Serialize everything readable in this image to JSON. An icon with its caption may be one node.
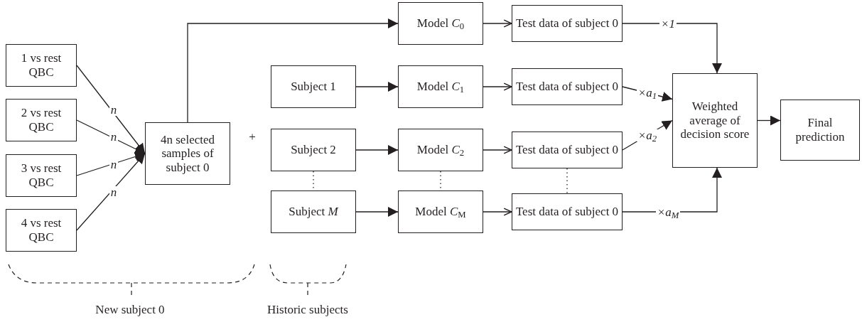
{
  "diagram": {
    "nodes": [
      {
        "text": [
          "1 vs rest QBC"
        ]
      },
      {
        "text": [
          "2 vs rest QBC"
        ]
      },
      {
        "text": [
          "3 vs rest QBC"
        ]
      },
      {
        "text": [
          "4 vs rest QBC"
        ]
      },
      {
        "text": [
          "4n selected samples of subject 0"
        ]
      },
      {
        "text": [
          "Model *C*$_{0}$"
        ]
      },
      {
        "text": [
          "Test data of subject 0"
        ]
      },
      {
        "text": [
          "Subject 1"
        ]
      },
      {
        "text": [
          "Model *C*$_{1}$"
        ]
      },
      {
        "text": [
          "Test data of subject 0"
        ]
      },
      {
        "text": [
          "Subject 2"
        ]
      },
      {
        "text": [
          "Model *C*$_{2}$"
        ]
      },
      {
        "text": [
          "Test data of subject 0"
        ]
      },
      {
        "text": [
          "Subject *M*"
        ]
      },
      {
        "text": [
          "Model *C*$_{M}$"
        ]
      },
      {
        "text": [
          "Test data of subject 0"
        ]
      },
      {
        "text": [
          "Weighted average of decision score"
        ]
      },
      {
        "text": [
          "Final prediction"
        ]
      }
    ],
    "edges": [
      {
        "from": 0,
        "to": 4,
        "arrow": "to",
        "label": "n"
      },
      {
        "from": 1,
        "to": 4,
        "arrow": "to",
        "label": "n"
      },
      {
        "from": 2,
        "to": 4,
        "arrow": "to",
        "label": "n"
      },
      {
        "from": 3,
        "to": 4,
        "arrow": "to",
        "label": "n"
      },
      {
        "from": 4,
        "to": 5,
        "arrow": "to"
      },
      {
        "from": 5,
        "to": 6,
        "arrow": "to"
      },
      {
        "from": 7,
        "to": 8,
        "arrow": "to"
      },
      {
        "from": 8,
        "to": 9,
        "arrow": "to"
      },
      {
        "from": 10,
        "to": 11,
        "arrow": "to"
      },
      {
        "from": 11,
        "to": 12,
        "arrow": "to"
      },
      {
        "from": 13,
        "to": 14,
        "arrow": "to"
      },
      {
        "from": 14,
        "to": 15,
        "arrow": "to"
      },
      {
        "from": 6,
        "to": 16,
        "arrow": "to",
        "label": "×1"
      },
      {
        "from": 9,
        "to": 16,
        "arrow": "to",
        "label": "×*a*$_{1}$"
      },
      {
        "from": 12,
        "to": 16,
        "arrow": "to",
        "label": "×*a*$_{2}$"
      },
      {
        "from": 15,
        "to": 16,
        "arrow": "to",
        "label": "×*a*$_{M}$"
      },
      {
        "from": 16,
        "to": 17,
        "arrow": "to"
      },
      {
        "from": 10,
        "to": 13,
        "arrow": "none",
        "style": "dashed"
      },
      {
        "from": 11,
        "to": 14,
        "arrow": "none",
        "style": "dashed"
      },
      {
        "from": 12,
        "to": 15,
        "arrow": "none",
        "style": "dashed"
      }
    ],
    "labels": [
      "+",
      "New subject 0",
      "Historic subjects"
    ]
  }
}
